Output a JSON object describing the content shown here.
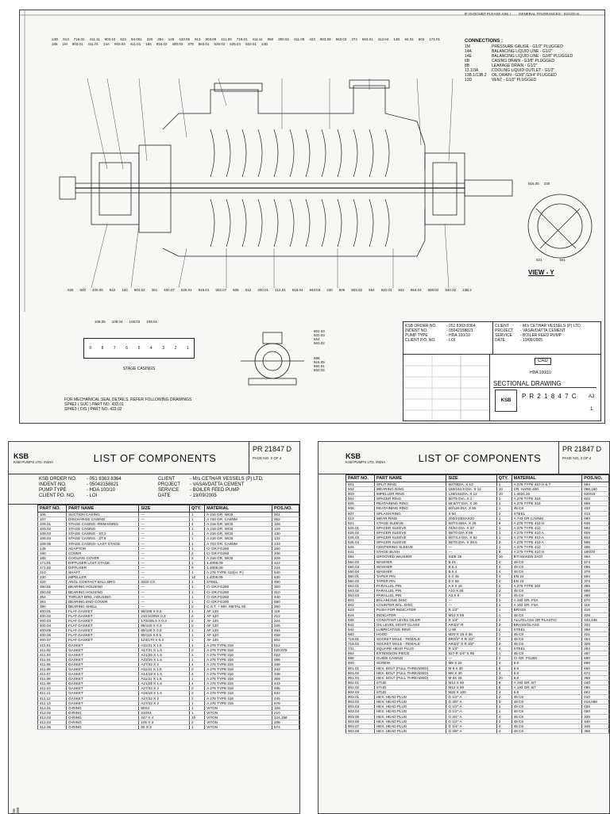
{
  "drawing": {
    "header_note": "IF IN DOUBT PLEASE ASK !",
    "tolerance_note": "GENERAL TOLERANCES : IS2102-m",
    "connections_title": "CONNECTIONS :",
    "connections": [
      {
        "code": "1M",
        "desc": "PRESSURE GAUGE - G1/2\" PLUGGED"
      },
      {
        "code": "14A",
        "desc": "BALANCING LIQUID LINE - G1/2\""
      },
      {
        "code": "14E",
        "desc": "BALANCING LIQUID LINE - G3/8\" PLUGGED"
      },
      {
        "code": "6B",
        "desc": "CASING DRAIN - G3/8\" PLUGGED"
      },
      {
        "code": "8B",
        "desc": "LEAKAGE DRAIN - G1/2\""
      },
      {
        "code": "13.1/3A",
        "desc": "COOLING LIQUID OUTLET - G1/2\""
      },
      {
        "code": "13B.1/13B.2",
        "desc": "OIL DRAIN - G3/8\",G3/4\" PLUGGED"
      },
      {
        "code": "13D",
        "desc": "VENT - G1/2\" PLUGGED"
      }
    ],
    "top_labels": [
      "13D",
      "913",
      "718.02",
      "411.11",
      "903.10",
      "623",
      "94.001",
      "320",
      "354",
      "145",
      "433.05",
      "913",
      "903.09",
      "411.09",
      "718.01",
      "411.11",
      "950",
      "350.02",
      "411.08",
      "423",
      "903.08",
      "563.03",
      "374",
      "563.01",
      "412.04",
      "14E",
      "94.01",
      "602",
      "171.01",
      "188",
      "1M",
      "903.01",
      "411.01",
      "14A",
      "903.03",
      "411.01",
      "165",
      "916.02",
      "400.02",
      "378",
      "563.01",
      "525.02",
      "525.04",
      "502.01",
      "13D"
    ],
    "bottom_labels": [
      "526",
      "500",
      "400.06",
      "642",
      "160",
      "903.02",
      "361",
      "400.07",
      "525.01",
      "916.01",
      "902.07",
      "505",
      "512",
      "400.01",
      "412.01",
      "916.04",
      "940.03",
      "230",
      "905",
      "903.02",
      "554",
      "920.03",
      "932",
      "554.04",
      "560.02",
      "940.02",
      "13B.2"
    ],
    "stage_title": "STAGE CASINGS",
    "stage_numbers": [
      "9",
      "8",
      "7",
      "6",
      "5",
      "4",
      "3",
      "2",
      "1"
    ],
    "stage_labels": [
      "108.05",
      "108.04",
      "108.03",
      "108.01"
    ],
    "view_label": "VIEW - Y",
    "view_labels": [
      "916.05",
      "230",
      "521",
      "541"
    ],
    "side_labels": [
      "902.03",
      "920.03",
      "554",
      "563.02",
      "896",
      "916.05",
      "560.01",
      "550.02"
    ],
    "seal_note": "FOR MECHANICAL SEAL DETAILS, REFER FOLLOWING DRAWINGS",
    "seal_refs": [
      "SP4E2 ( SUC )  PART NO. 433.01",
      "SP4E3 ( DIS )  PART NO. 433.02"
    ],
    "title_block": {
      "left": [
        {
          "k": "KSB ORDER NO.",
          "v": "- 051 8363 8364"
        },
        {
          "k": "INDENT NO.",
          "v": "- 05042158821"
        },
        {
          "k": "PUMP TYPE",
          "v": "- HDA 100/10"
        },
        {
          "k": "CLIENT P.O. NO.",
          "v": "- LOI"
        }
      ],
      "right": [
        {
          "k": "CLIENT",
          "v": "- M/s CETHAR VESSELS (P) LTD."
        },
        {
          "k": "PROJECT",
          "v": "- VASAVDATTA CEMENT"
        },
        {
          "k": "SERVICE",
          "v": "- BOILER FEED PUMP"
        },
        {
          "k": "DATE",
          "v": "- 19/09/2005"
        }
      ],
      "cad_label": "CAD",
      "pump_type": "HDA 100/10",
      "drawing_name": "SECTIONAL DRAWING",
      "drawing_no": "P R 2 1 8 4 7 C",
      "sheet_code": "A3",
      "revision": "1",
      "company": "KSB"
    }
  },
  "list1": {
    "title": "LIST OF COMPONENTS",
    "doc_no": "PR 21847 D",
    "page": "PAGE NO. 2 OF 4",
    "company": "KSB",
    "company_sub": "KSB PUMPS LTD. INDIA",
    "info_left": [
      {
        "k": "KSB ORDER NO.",
        "v": "- 051 8363 8364"
      },
      {
        "k": "INDENT NO.",
        "v": "- 05042158821"
      },
      {
        "k": "PUMP TYPE",
        "v": "- HDA 100/10"
      },
      {
        "k": "CLIENT PO. NO.",
        "v": "- LOI"
      }
    ],
    "info_right": [
      {
        "k": "CLIENT",
        "v": "- M/s CETHAR VESSELS (P) LTD."
      },
      {
        "k": "PROJECT",
        "v": "- VASAVDATTA CEMENT"
      },
      {
        "k": "SERVICE",
        "v": "- BOILER FEED PUMP"
      },
      {
        "k": "DATE",
        "v": "- 19/09/2005"
      }
    ],
    "columns": [
      "PART NO.",
      "PART NAME",
      "SIZE",
      "QTY.",
      "MATERIAL",
      "POS.NO."
    ],
    "rows": [
      [
        "106",
        "SUCTION CASING",
        "---",
        "1",
        "A 216 GR. WCB",
        "001"
      ],
      [
        "107",
        "DISCHARGE CASING",
        "---",
        "1",
        "A 743 GR. CA6NM",
        "052"
      ],
      [
        "108.01",
        "STAGE CASING -REMAINING",
        "---",
        "4",
        "A 216 GR. WCB",
        "128"
      ],
      [
        "108.02",
        "STAGE CASING",
        "---",
        "1",
        "A 216 GR. WCB",
        "129"
      ],
      [
        "108.03",
        "STAGE CASING - ST.3",
        "---",
        "1",
        "A 216 GR. WCB",
        "130"
      ],
      [
        "108.04",
        "STAGE CASING - ST.8",
        "---",
        "1",
        "A 216 GR. WCB",
        "132"
      ],
      [
        "108.05",
        "STAGE CASING- LAST STAGE",
        "---",
        "1",
        "A 743 GR. CA6NM",
        "133"
      ],
      [
        "145",
        "ADAPTOR",
        "---",
        "1",
        "CI GR.FG260",
        "150"
      ],
      [
        "160",
        "COVER",
        "---",
        "2",
        "CI GR.FG260",
        "208"
      ],
      [
        "165",
        "COOLING COVER",
        "---",
        "2",
        "A 216 GR. WCB",
        "209"
      ],
      [
        "171.01",
        "DIFFUSER LAST STAGE",
        "---",
        "1",
        "1.4008.09",
        "122"
      ],
      [
        "171.02",
        "DIFFUSER",
        "---",
        "9",
        "1.4008.09",
        "124"
      ],
      [
        "210",
        "SHAFT",
        "---",
        "1",
        "A 276 TYPE 410(H. P.)",
        "540"
      ],
      [
        "230",
        "IMPELLER",
        "---",
        "10",
        "1.4008.09",
        "630"
      ],
      [
        "320",
        "ANGL CONTACT BALL BRG.",
        "3310 C3",
        "1",
        "STEEL",
        "490"
      ],
      [
        "350.01",
        "BEARING HOUSING",
        "---",
        "1",
        "CI GR.FG260",
        "300"
      ],
      [
        "350.02",
        "BEARING HOUSING",
        "---",
        "1",
        "CI GR.FG260",
        "310"
      ],
      [
        "354",
        "THRUST BRG. HOUSING",
        "---",
        "1",
        "CI GR.FG260",
        "440"
      ],
      [
        "361",
        "BEARING END COVER",
        "---",
        "1",
        "CI GR.FG260",
        "580"
      ],
      [
        "390",
        "BEARING SHELL",
        "---",
        "2",
        "C.S.T. + WH. METAL 80",
        "390"
      ],
      [
        "400.01",
        "FLAT GASKET",
        "98/188 X 0.3",
        "1",
        "AF 120",
        "116"
      ],
      [
        "400.02",
        "FLAT GASKET",
        "210.5/205X 0.3",
        "2",
        "AF 120",
        "212"
      ],
      [
        "400.03",
        "FLAT GASKET",
        "170/205.5 X 0.3",
        "2",
        "AF 120",
        "224"
      ],
      [
        "400.04",
        "FLAT GASKET",
        "95/130 X 0.3",
        "2",
        "AF 120",
        "226"
      ],
      [
        "400.05",
        "FLAT GASKET",
        "85/130 X 0.3",
        "1",
        "AF 120",
        "454"
      ],
      [
        "400.06",
        "FLAT GASKET",
        "80/115 X 0.5",
        "1",
        "AF 120",
        "458"
      ],
      [
        "400.07",
        "FLAT GASKET",
        "123/170 X 0.3",
        "1",
        "AF 120",
        "502"
      ],
      [
        "411.01",
        "GASKET",
        "A11/21 X 1.5",
        "1",
        "A 276 TYPE 316",
        "012"
      ],
      [
        "411.02",
        "GASKET",
        "A17/21 X 1.5",
        "2",
        "A 276 TYPE 316",
        "020,078"
      ],
      [
        "411.03",
        "GASKET",
        "A21/26 X 1.5",
        "1",
        "A 276 TYPE 316",
        "023"
      ],
      [
        "411.04",
        "GASKET",
        "A23/26 X 1.5",
        "1",
        "A 276 TYPE 316",
        "086"
      ],
      [
        "411.05",
        "GASKET",
        "A27/32 X 2",
        "4",
        "A 276 TYPE 316",
        "338"
      ],
      [
        "411.06",
        "GASKET",
        "A11/21 X 1.5",
        "2",
        "A 276 TYPE 316",
        "342"
      ],
      [
        "411.07",
        "GASKET",
        "A14/18 X 1.5",
        "4",
        "A 276 TYPE 316",
        "348"
      ],
      [
        "411.08",
        "GASKET",
        "A11/21 X 1.5",
        "1",
        "A 276 TYPE 316",
        "368"
      ],
      [
        "411.09",
        "GASKET",
        "A21/26 X 1.5",
        "4",
        "A 276 TYPE 316",
        "443"
      ],
      [
        "411.10",
        "GASKET",
        "A27/32 X 2",
        "2",
        "A 276 TYPE 316",
        "495"
      ],
      [
        "411.11",
        "GASKET",
        "A16/18 X 1.5",
        "2",
        "A 276 TYPE 316",
        "632"
      ],
      [
        "411.12",
        "GASKET",
        "A27/32 X 2",
        "2",
        "A 276 TYPE 316",
        "445"
      ],
      [
        "411.13",
        "GASKET",
        "A27/32 X 2",
        "1",
        "A 276 TYPE 316",
        "678"
      ],
      [
        "412.01",
        "O-RING",
        "80X4",
        "1",
        "VITON",
        "128"
      ],
      [
        "412.02",
        "O-RING",
        "210X4",
        "1",
        "VITON",
        "210"
      ],
      [
        "412.03",
        "O-RING",
        "247 X 4",
        "10",
        "VITON",
        "124,156"
      ],
      [
        "412.04",
        "O-RING",
        "105 X 3",
        "2",
        "VITON",
        "208"
      ],
      [
        "412.05",
        "O-RING",
        "60 X 3",
        "1",
        "VITON",
        "574"
      ]
    ],
    "side_text": "SE 368"
  },
  "list2": {
    "title": "LIST OF COMPONENTS",
    "doc_no": "PR 21847 D",
    "page": "PAGE NO. 3 OF 4",
    "company": "KSB",
    "company_sub": "KSB PUMPS LTD. INDIA",
    "columns": [
      "PART NO.",
      "PART NAME",
      "SIZE",
      "QTY.",
      "MATERIAL",
      "POS.NO."
    ],
    "rows": [
      [
        "501",
        "SPLIT RING",
        "50/78DIA. X 10",
        "1",
        "A 276 TYPE 410 H & T",
        "594"
      ],
      [
        "502",
        "WEARING RING",
        "150/164.5 DIA. X 12",
        "10",
        "CR. HARD 400",
        "066,160"
      ],
      [
        "503",
        "IMPELLER RING",
        "138/151DIA. X 12",
        "10",
        "1.4024.15",
        "630/15"
      ],
      [
        "504",
        "SPACER RING",
        "60/75 DIA. X 1",
        "1",
        "A 276 TYPE 316",
        "602"
      ],
      [
        "505",
        "REATAINING RING",
        "58.5/77 DIA. X 28",
        "1",
        "A 276 TYPE 316",
        "598"
      ],
      [
        "506",
        "REATAINING RING",
        "60/126 DIA. X 55",
        "1",
        "45 C8",
        "432"
      ],
      [
        "507",
        "SPLASH RING",
        "S 50",
        "2",
        "STEEL",
        "413"
      ],
      [
        "512",
        "WEAR RING",
        "200/210DIAX20",
        "1",
        "A 743 GR.CA6NM",
        "090"
      ],
      [
        "521",
        "STAGE SLEEVE",
        "60/73.6DIA. X 25",
        "9",
        "A 276 TYPE 410 H",
        "636"
      ],
      [
        "525.01",
        "SPACER SLEEVE",
        "74/64 DIA. X 37",
        "1",
        "A 276 TYPE 410",
        "592"
      ],
      [
        "525.02",
        "SPACER SLEEVE",
        "59/70 DIA X 86",
        "1",
        "A 276 TYPE 410 A",
        "608"
      ],
      [
        "525.03",
        "SPACER SLEEVE",
        "60/73.2 DIA. X 52",
        "1",
        "A 276 TYPE 410 A",
        "632"
      ],
      [
        "525.04",
        "SPACER SLEEVE",
        "58/70 DIA. X 38.5",
        "2",
        "A 276 TYPE 410 A",
        "588"
      ],
      [
        "526",
        "CENTERING SLEEVE",
        "---",
        "1",
        "A 276 TYPE 410",
        "486"
      ],
      [
        "541",
        "STAGE BUSH",
        "---",
        "9",
        "A 276 TYPE 410 H",
        "150/20"
      ],
      [
        "554",
        "GROOVED WASHER",
        "SIZE 28",
        "16",
        "BTI MAKEN 2A07",
        "364"
      ],
      [
        "550.02",
        "WASHER",
        "B 21",
        "4",
        "45 C8",
        "574"
      ],
      [
        "550.03",
        "WASHER",
        "B 6.4",
        "4",
        "45 C8",
        "096"
      ],
      [
        "550.04",
        "WASHER",
        "B 6.4",
        "4",
        "45 C8",
        "378"
      ],
      [
        "560.01",
        "TAPER PIN",
        "6 X 45",
        "4",
        "EN 24",
        "594"
      ],
      [
        "560.02",
        "TAPER PIN",
        "6 X 58",
        "4",
        "EN 24",
        "374"
      ],
      [
        "563.01",
        "PARALLEL PIN",
        "A 5 X 16",
        "2",
        "A 276 TYPE 304",
        "396"
      ],
      [
        "563.02",
        "PARALLEL PIN",
        "A10 X 28",
        "2",
        "45 C8",
        "688"
      ],
      [
        "563.03",
        "PARALLEL PIN",
        "A3 X 8",
        "3",
        "45 C8",
        "488"
      ],
      [
        "601",
        "BALANCING DISC",
        "---",
        "1",
        "A 182 GR. F6A",
        "570"
      ],
      [
        "602",
        "COUNTER BAL. DISC",
        "---",
        "1",
        "A 182 GR. F6A",
        "118"
      ],
      [
        "623",
        "PUSH FOR INDICATOR",
        "R 1/2\"",
        "1",
        "BRASS",
        "416"
      ],
      [
        "624",
        "INDICATOR",
        "M10 X 55",
        "1",
        "45 C8",
        "428"
      ],
      [
        "638",
        "CONSTANT LEVEL OILER",
        "R 1/4\"",
        "2",
        "ALU/GLASS OR PLASTIC",
        "432,446"
      ],
      [
        "642",
        "OIL LEVEL SIGHT GLASS",
        "AR3/4\" R",
        "2",
        "BRASS/GLASS",
        "332"
      ],
      [
        "642",
        "LUBRICATING RING",
        "U 90",
        "2",
        "STEEL",
        "398"
      ],
      [
        "683",
        "HOOD",
        "M20 X 15 X 36",
        "1",
        "45 C8",
        "421"
      ],
      [
        "718.01",
        "SOCKET MALE - FEMALE",
        "DR3/4\" X R 3/4\"",
        "4",
        "45 C8",
        "454"
      ],
      [
        "718.02",
        "SOCKET MALE - FEMALE",
        "AR3/4\" X R 3/2\"",
        "2",
        "45 C8",
        "326"
      ],
      [
        "731",
        "SQUARE HEAD PLUG",
        "R 1/2\"",
        "4",
        "STEEL",
        "284"
      ],
      [
        "862",
        "EXTENSION PIECE",
        "527-R 1/4\" X 95",
        "1",
        "45 C8",
        "497"
      ],
      [
        "886",
        "GUIDE CASING",
        "---",
        "2",
        "CI GR. FG260",
        "690"
      ],
      [
        "900",
        "SCREW",
        "M8 X 22",
        "4",
        "8.8",
        "688"
      ],
      [
        "901.01",
        "HEX. BOLT (FULL THREADED)",
        "M 8 X 30",
        "8",
        "8.8",
        "650"
      ],
      [
        "901.02",
        "HEX. BOLT (FULL THREADED)",
        "M8 X 30",
        "4",
        "8.8",
        "672"
      ],
      [
        "901.04",
        "HEX. BOLT (FULL THREADED)",
        "M 6X 26",
        "20",
        "8.8",
        "358"
      ],
      [
        "902.01",
        "STUD",
        "M12 X 90",
        "8",
        "A 193 GR. B7",
        "040"
      ],
      [
        "902.02",
        "STUD",
        "M12 X 90",
        "8",
        "A 193 GR. B7",
        "090"
      ],
      [
        "902.03",
        "STUD",
        "M20 X 100",
        "4",
        "6.8",
        "682"
      ],
      [
        "903.01",
        "HEX. HEAD PLUG",
        "G 1/2\" A",
        "2",
        "45 C8",
        "010"
      ],
      [
        "903.02",
        "HEX. HEAD PLUG",
        "G 3/8\" A",
        "2",
        "45 C8",
        "018,068"
      ],
      [
        "903.03",
        "HEX. HEAD PLUG",
        "G 1/2\" A",
        "1",
        "45 C8",
        "026"
      ],
      [
        "903.04",
        "HEX. HEAD PLUG",
        "G 1/2\" A",
        "1",
        "45 C8",
        "050"
      ],
      [
        "903.05",
        "HEX. HEAD PLUG",
        "G 3/4\" A",
        "4",
        "45 C8",
        "336"
      ],
      [
        "903.06",
        "HEX. HEAD PLUG",
        "G 1/2\" A",
        "2",
        "45 C8",
        "340"
      ],
      [
        "903.07",
        "HEX. HEAD PLUG",
        "G 1/4\" A",
        "4",
        "45 C8",
        "348"
      ],
      [
        "903.08",
        "HEX. HEAD PLUG",
        "G 3/8\" A",
        "4",
        "45 C8",
        "366"
      ]
    ]
  }
}
